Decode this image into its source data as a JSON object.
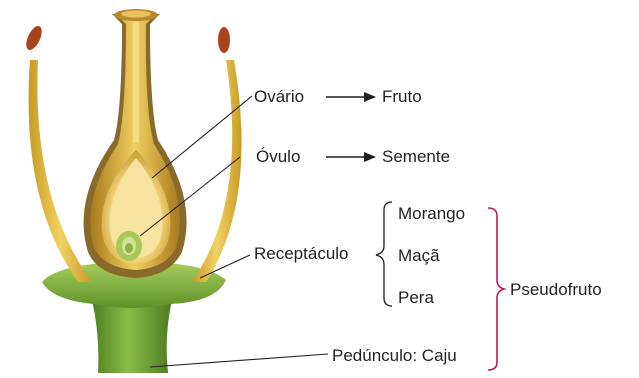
{
  "labels": {
    "ovario": "Ovário",
    "fruto": "Fruto",
    "ovulo": "Óvulo",
    "semente": "Semente",
    "receptaculo": "Receptáculo",
    "morango": "Morango",
    "maca": "Maçã",
    "pera": "Pera",
    "pseudofruto": "Pseudofruto",
    "pedunculo": "Pedúnculo: Caju"
  },
  "colors": {
    "text": "#231f20",
    "pointer_lines": "#231f20",
    "magenta_bracket": "#c2185b",
    "carpel_yellow": "#e8c45a",
    "carpel_brown": "#8a6a2a",
    "stamen_yellow": "#e6c03f",
    "anther": "#a8441c",
    "ovule_green": "#a8c85a",
    "receptacle_green": "#7fae3a"
  }
}
